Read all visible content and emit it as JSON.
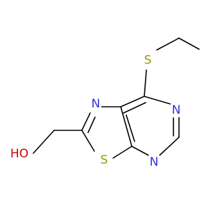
{
  "molecule": {
    "atoms": {
      "hydroxyl": "HO",
      "thiazole_nitrogen": "N",
      "thiazole_sulfur": "S",
      "pyrimidine_nitrogen_upper": "N",
      "pyrimidine_nitrogen_lower": "N",
      "methylthio_sulfur": "S"
    }
  },
  "colors": {
    "bond": "#000000",
    "nitrogen": "#3333dd",
    "sulfur": "#999900",
    "oxygen": "#cc0000",
    "hydrogen": "#000000"
  }
}
